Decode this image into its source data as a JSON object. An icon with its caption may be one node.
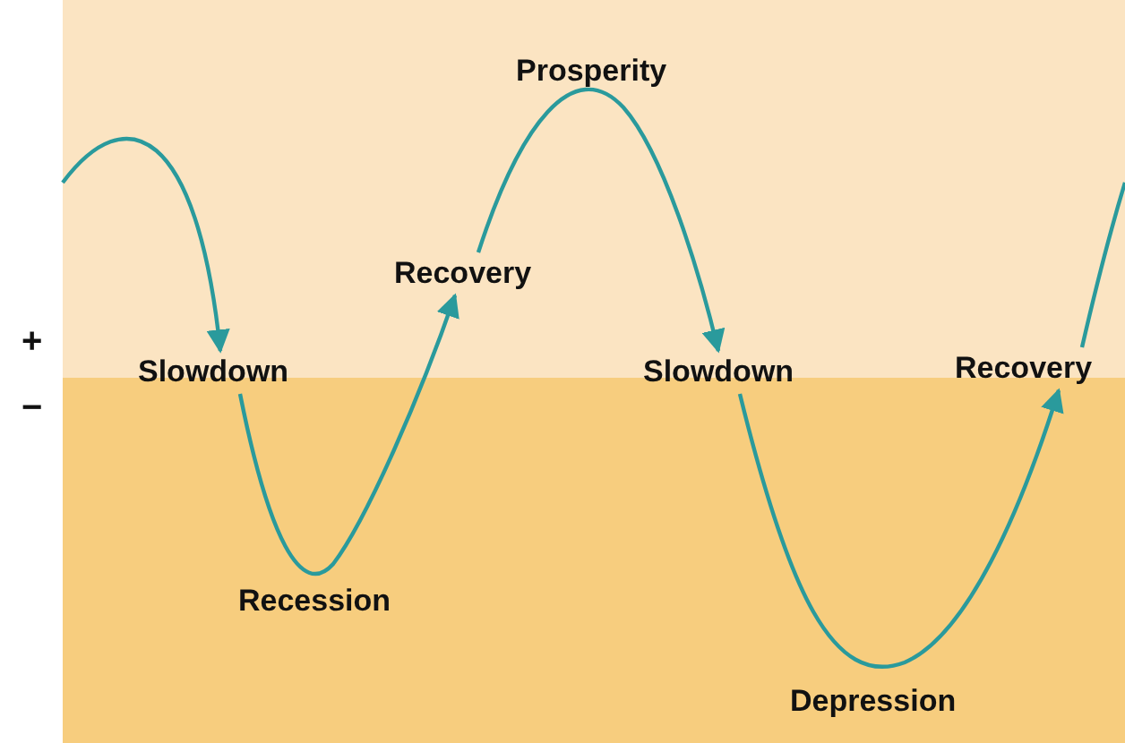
{
  "diagram": {
    "nodes": [
      {
        "text": [
          "Slowdown"
        ]
      },
      {
        "text": [
          "Recovery"
        ]
      },
      {
        "text": [
          "Slowdown"
        ]
      },
      {
        "text": [
          "Recovery"
        ]
      }
    ],
    "edges": [
      {
        "from": null,
        "to": 0,
        "arrow": "to"
      },
      {
        "from": 0,
        "to": 1,
        "arrow": "to"
      },
      {
        "from": 1,
        "to": 2,
        "arrow": "to"
      },
      {
        "from": 2,
        "to": 3,
        "arrow": "to"
      },
      {
        "from": 3,
        "to": null,
        "arrow": "none"
      }
    ],
    "labels": [
      "Prosperity",
      "+",
      "−",
      "Recession",
      "Depression"
    ]
  }
}
